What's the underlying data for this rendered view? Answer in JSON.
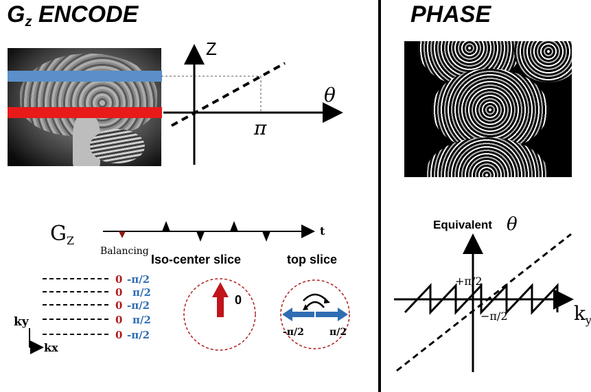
{
  "titles": {
    "left_main": "G",
    "left_sub": "z",
    "left_rest": " ENCODE",
    "right": "PHASE"
  },
  "top_plot": {
    "y_axis": "Z",
    "x_axis": "θ",
    "pi_label": "π"
  },
  "colors": {
    "blue_slice": "#5b8fc9",
    "red_slice": "#e81a1a",
    "arrow_red": "#c0151a",
    "arrow_blue": "#2f6db3",
    "circle_red": "#b01c1c"
  },
  "sequence": {
    "gz_label": "G",
    "gz_sub": "Z",
    "t_label": "t",
    "balancing": "Balancing"
  },
  "iso": {
    "title": "Iso-center slice",
    "value": "0"
  },
  "top_slice": {
    "title": "top slice",
    "left": "-π/2",
    "right": "π/2"
  },
  "kspace": {
    "rows": [
      {
        "zero": "0",
        "phase": "-π/2"
      },
      {
        "zero": "0",
        "phase": "π/2"
      },
      {
        "zero": "0",
        "phase": "-π/2"
      },
      {
        "zero": "0",
        "phase": "π/2"
      },
      {
        "zero": "0",
        "phase": "-π/2"
      }
    ],
    "ky": "ky",
    "kx": "kx"
  },
  "equiv": {
    "title": "Equivalent",
    "theta": "θ",
    "plus": "+π/2",
    "minus": "−π/2",
    "ky": "k",
    "ky_sub": "y"
  }
}
